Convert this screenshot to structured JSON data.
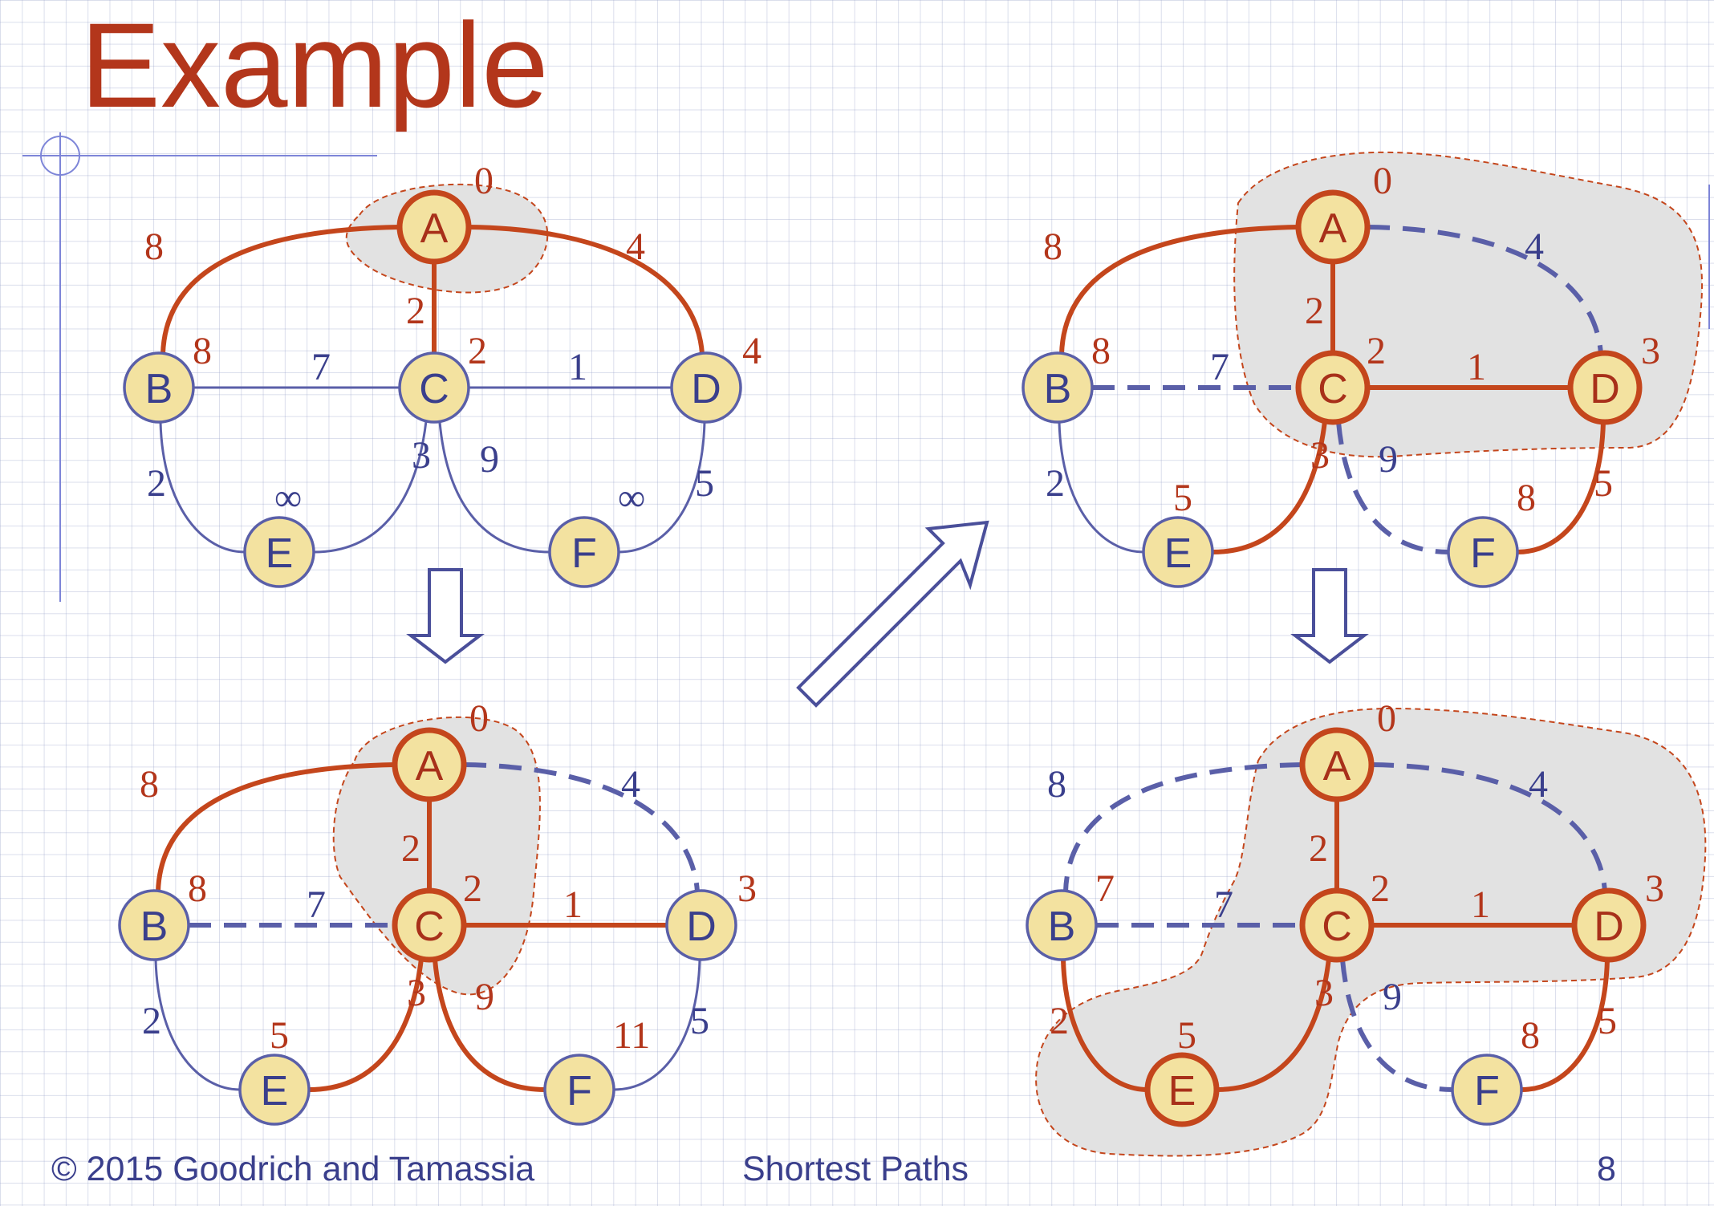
{
  "title": "Example",
  "footer": {
    "copyright": "© 2015 Goodrich and Tamassia",
    "center": "Shortest Paths",
    "page": "8"
  },
  "colors": {
    "title": "#b3361b",
    "relaxed_edge": "#c4461c",
    "plain_edge": "#5a5fa8",
    "node_fill": "#f3e2a0",
    "cloud_fill": "#e2e2e2",
    "distance_label": "#b3361b",
    "weight_label": "#3a3f8c"
  },
  "edge_weights": {
    "AB": "8",
    "AC": "2",
    "AD": "4",
    "BC": "7",
    "CD": "1",
    "BE": "2",
    "CE": "3",
    "CF": "9",
    "DF": "5"
  },
  "nodes": {
    "A": "A",
    "B": "B",
    "C": "C",
    "D": "D",
    "E": "E",
    "F": "F"
  },
  "panels": [
    {
      "id": "top-left",
      "distances": {
        "A": "0",
        "B": "8",
        "C": "2",
        "D": "4",
        "E": "∞",
        "F": "∞"
      },
      "relaxed_edges": [
        "AB",
        "AC",
        "AD"
      ],
      "dashed_edges": [],
      "cloud_nodes": [
        "A"
      ]
    },
    {
      "id": "bottom-left",
      "distances": {
        "A": "0",
        "B": "8",
        "C": "2",
        "D": "3",
        "E": "5",
        "F": "11"
      },
      "relaxed_edges": [
        "AB",
        "AC",
        "CD",
        "CE",
        "CF"
      ],
      "dashed_edges": [
        "AD",
        "BC"
      ],
      "cloud_nodes": [
        "A",
        "C"
      ]
    },
    {
      "id": "top-right",
      "distances": {
        "A": "0",
        "B": "8",
        "C": "2",
        "D": "3",
        "E": "5",
        "F": "8"
      },
      "relaxed_edges": [
        "AB",
        "AC",
        "CD",
        "CE",
        "DF"
      ],
      "dashed_edges": [
        "AD",
        "BC",
        "CF"
      ],
      "cloud_nodes": [
        "A",
        "C",
        "D"
      ]
    },
    {
      "id": "bottom-right",
      "distances": {
        "A": "0",
        "B": "7",
        "C": "2",
        "D": "3",
        "E": "5",
        "F": "8"
      },
      "relaxed_edges": [
        "AC",
        "CD",
        "CE",
        "BE",
        "DF"
      ],
      "dashed_edges": [
        "AB",
        "AD",
        "BC",
        "CF"
      ],
      "cloud_nodes": [
        "A",
        "C",
        "D",
        "E"
      ]
    }
  ]
}
